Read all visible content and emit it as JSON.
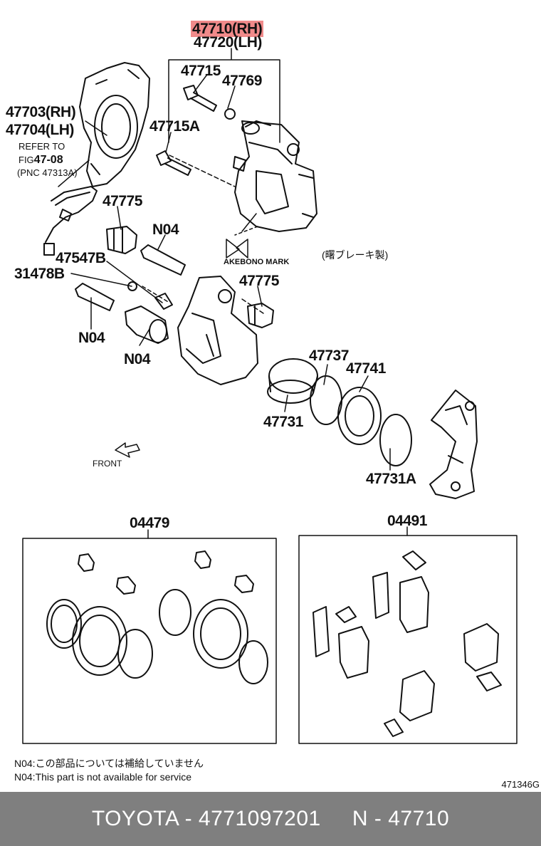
{
  "labels": {
    "p47710": "47710(RH)",
    "p47720": "47720(LH)",
    "p47715": "47715",
    "p47769": "47769",
    "p47703": "47703(RH)",
    "p47704": "47704(LH)",
    "p47715a": "47715A",
    "refer1": "REFER TO",
    "refer2": "FIG",
    "refer2b": "47-08",
    "refer3": "(PNC 47313A)",
    "p47775a": "47775",
    "n04a": "N04",
    "akebono": "AKEBONO  MARK",
    "jp_akebono": "(曙ブレーキ製)",
    "p47547b": "47547B",
    "p31478b": "31478B",
    "p47775b": "47775",
    "n04b": "N04",
    "n04c": "N04",
    "p47737": "47737",
    "p47741": "47741",
    "p47731": "47731",
    "p47731a": "47731A",
    "front": "FRONT",
    "kit1": "04479",
    "kit2": "04491"
  },
  "notes": {
    "jp": "N04:この部品については補給していません",
    "en": "N04:This part is not available for service"
  },
  "ref_code": "471346G",
  "footer": {
    "text": "TOYOTA - 4771097201     N - 47710"
  },
  "colors": {
    "highlight": "#f08a8a",
    "footer_bg": "#7f7f7f",
    "footer_text": "#ffffff"
  }
}
